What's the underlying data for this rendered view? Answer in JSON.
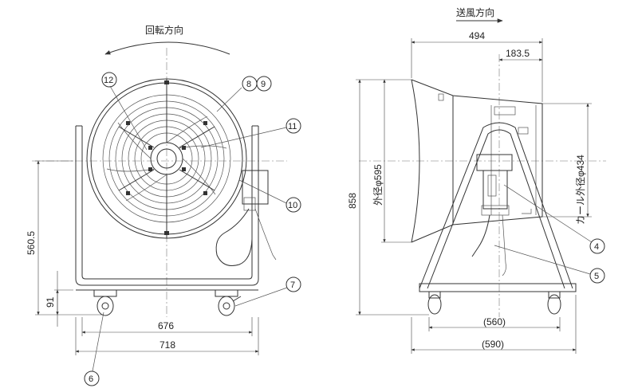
{
  "labels": {
    "rotation_direction": "回転方向",
    "airflow_direction": "送風方向",
    "outer_diameter": "外径φ595",
    "curl_outer_diameter": "カール外径φ434"
  },
  "dimensions": {
    "front_height_560_5": "560.5",
    "front_91": "91",
    "front_676": "676",
    "front_718": "718",
    "side_494": "494",
    "side_183_5": "183.5",
    "side_858": "858",
    "side_560": "(560)",
    "side_590": "(590)"
  },
  "callouts": {
    "c12": "12",
    "c8": "8",
    "c9": "9",
    "c11": "11",
    "c10": "10",
    "c7": "7",
    "c6": "6",
    "c4": "4",
    "c5": "5"
  }
}
